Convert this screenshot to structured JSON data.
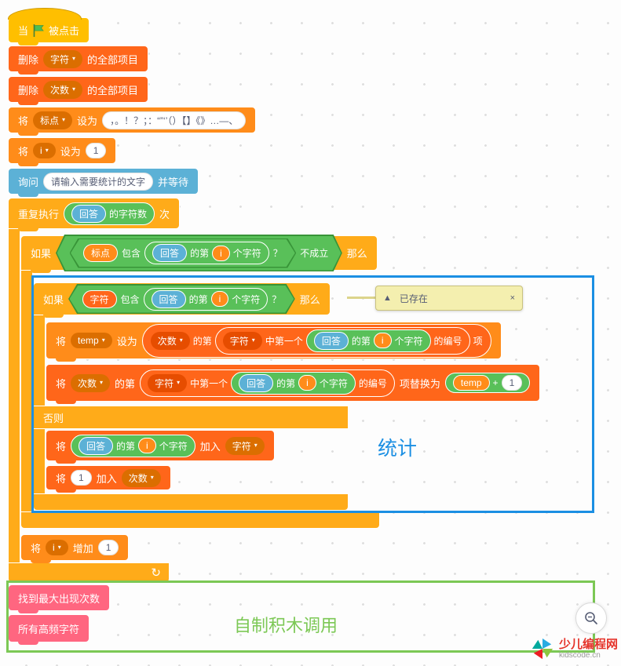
{
  "labels": {
    "when": "当",
    "clicked": "被点击",
    "delete": "删除",
    "all_items": "的全部项目",
    "set": "将",
    "set_to": "设为",
    "add_to": "加入",
    "change_by": "增加",
    "ask": "询问",
    "and_wait": "并等待",
    "repeat": "重复执行",
    "times": "次",
    "if": "如果",
    "then": "那么",
    "else": "否则",
    "not": "不成立",
    "contains": "包含",
    "q": "？",
    "length_suffix": "的字符数",
    "of_nth": "的第",
    "letter_suffix": "个字符",
    "item_suffix": "项",
    "first_index": "中第一个",
    "index_suffix": "的编号",
    "replace_suffix": "项替换为",
    "plus": "+"
  },
  "names": {
    "zifu": "字符",
    "cishu": "次数",
    "biaodian": "标点",
    "i": "i",
    "temp": "temp",
    "answer": "回答"
  },
  "values": {
    "one": "1",
    "punct": "，。！？；：“”‘’（）【】《》…—、",
    "ask_text": "请输入需要统计的文字"
  },
  "comment": {
    "text": "已存在"
  },
  "icons": {
    "caret": "▾",
    "collapse": "▲",
    "close": "×",
    "loop": "↻"
  },
  "annotations": {
    "stats": "统计",
    "custom_call": "自制积木调用"
  },
  "myblocks": {
    "find_max": "找到最大出现次数",
    "high_freq": "所有高频字符"
  },
  "watermark": {
    "title": "少儿编程网",
    "url": "kidscode.cn"
  },
  "colors": {
    "events": "#FFBF00",
    "control": "#FFAB19",
    "variables": "#FF8C1A",
    "lists": "#FF661A",
    "sensing": "#5CB1D6",
    "operators": "#59C059",
    "myblocks": "#FF6680",
    "annotation_blue": "#1B8FE3",
    "annotation_green": "#7CC855",
    "comment_bg": "#F4EFAF"
  }
}
